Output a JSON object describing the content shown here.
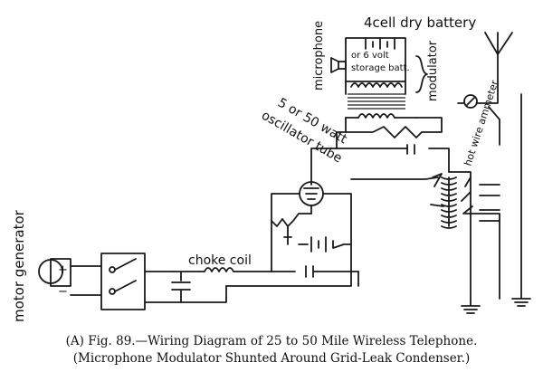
{
  "labels": {
    "battery": "4cell dry battery",
    "storage_1": "or 6 volt",
    "storage_2": "storage batt.",
    "microphone": "microphone",
    "modulator": "modulator",
    "oscillator_1": "5 or 50 watt",
    "oscillator_2": "oscillator tube",
    "ammeter": "hot wire ammeter",
    "motor_generator": "motor generator",
    "choke": "choke coil",
    "plus": "+",
    "minus": "−"
  },
  "caption": {
    "line1": "(A) Fig. 89.—Wiring Diagram of 25 to 50 Mile Wireless Telephone.",
    "line2": "(Microphone Modulator Shunted Around Grid-Leak Condenser.)"
  }
}
